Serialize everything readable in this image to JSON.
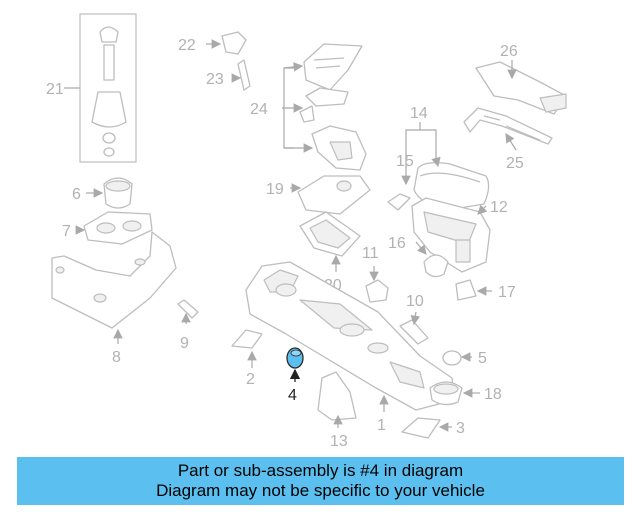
{
  "banner": {
    "line1": "Part or sub-assembly is #4 in diagram",
    "line2": "Diagram may not be specific to your vehicle"
  },
  "highlight_part": "4",
  "colors": {
    "banner_bg": "#5bc0f0",
    "highlight_fill": "#5bc0f0",
    "line_art": "#bdbdbd",
    "callout_text": "#b2b2b2"
  },
  "callouts": {
    "c1": "1",
    "c2": "2",
    "c3": "3",
    "c4": "4",
    "c5": "5",
    "c6": "6",
    "c7": "7",
    "c8": "8",
    "c9": "9",
    "c10": "10",
    "c11": "11",
    "c12": "12",
    "c13": "13",
    "c14": "14",
    "c15": "15",
    "c16": "16",
    "c17": "17",
    "c18": "18",
    "c19": "19",
    "c20": "20",
    "c21": "21",
    "c22": "22",
    "c23": "23",
    "c24": "24",
    "c25": "25",
    "c26": "26"
  }
}
